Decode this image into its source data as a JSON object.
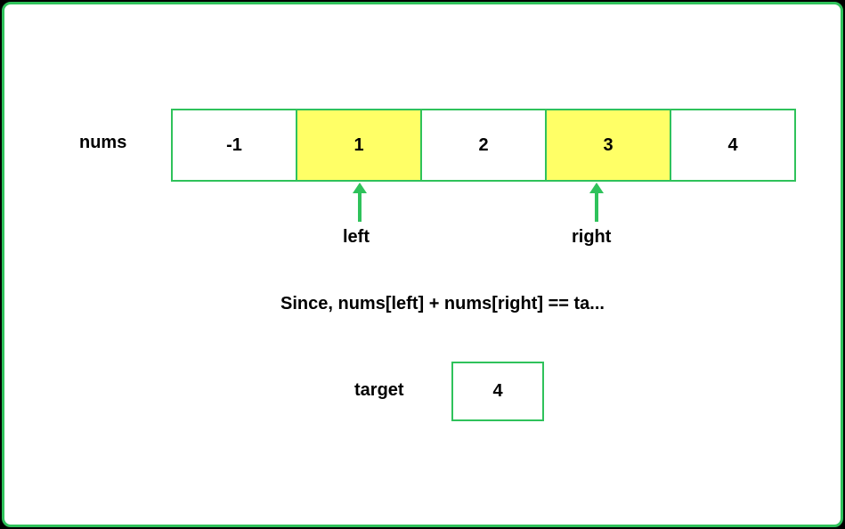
{
  "array": {
    "name": "nums",
    "cells": [
      {
        "value": "-1",
        "highlight": false
      },
      {
        "value": "1",
        "highlight": true
      },
      {
        "value": "2",
        "highlight": false
      },
      {
        "value": "3",
        "highlight": true
      },
      {
        "value": "4",
        "highlight": false
      }
    ]
  },
  "pointers": {
    "left": {
      "label": "left",
      "index": 1
    },
    "right": {
      "label": "right",
      "index": 3
    }
  },
  "message": "Since, nums[left] + nums[right] == ta...",
  "target": {
    "label": "target",
    "value": "4"
  },
  "colors": {
    "border": "#2fc25b",
    "highlight": "#ffff66",
    "arrow": "#2fc25b",
    "outer_background": "#000000",
    "canvas": "#ffffff"
  },
  "icons": {
    "pointer_arrow": "arrow-up-icon"
  }
}
